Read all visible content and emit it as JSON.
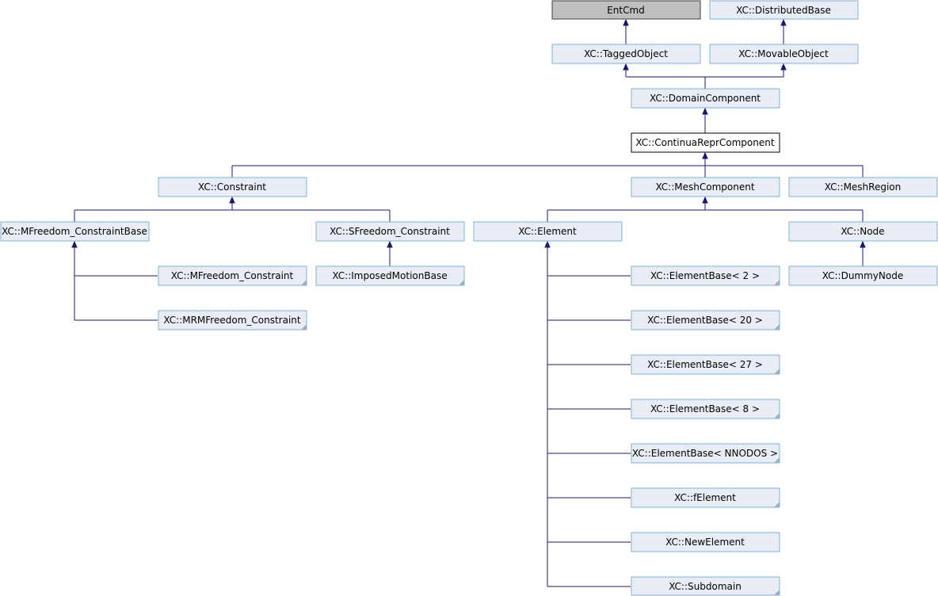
{
  "nodes": {
    "entcmd": "EntCmd",
    "distributed_base": "XC::DistributedBase",
    "tagged_object": "XC::TaggedObject",
    "movable_object": "XC::MovableObject",
    "domain_component": "XC::DomainComponent",
    "continua_repr_component": "XC::ContinuaReprComponent",
    "constraint": "XC::Constraint",
    "mesh_component": "XC::MeshComponent",
    "mesh_region": "XC::MeshRegion",
    "mfreedom_constraint_base": "XC::MFreedom_ConstraintBase",
    "sfreedom_constraint": "XC::SFreedom_Constraint",
    "element": "XC::Element",
    "node": "XC::Node",
    "mfreedom_constraint": "XC::MFreedom_Constraint",
    "imposed_motion_base": "XC::ImposedMotionBase",
    "dummy_node": "XC::DummyNode",
    "mrmfreedom_constraint": "XC::MRMFreedom_Constraint",
    "element_base_2": "XC::ElementBase< 2 >",
    "element_base_20": "XC::ElementBase< 20 >",
    "element_base_27": "XC::ElementBase< 27 >",
    "element_base_8": "XC::ElementBase< 8 >",
    "element_base_nnodos": "XC::ElementBase< NNODOS >",
    "f_element": "XC::fElement",
    "new_element": "XC::NewElement",
    "subdomain": "XC::Subdomain"
  },
  "colors": {
    "node_fill": "#e8edf5",
    "node_border": "#84b0c7",
    "external_fill": "#bfbfbf",
    "edge": "#191970"
  }
}
